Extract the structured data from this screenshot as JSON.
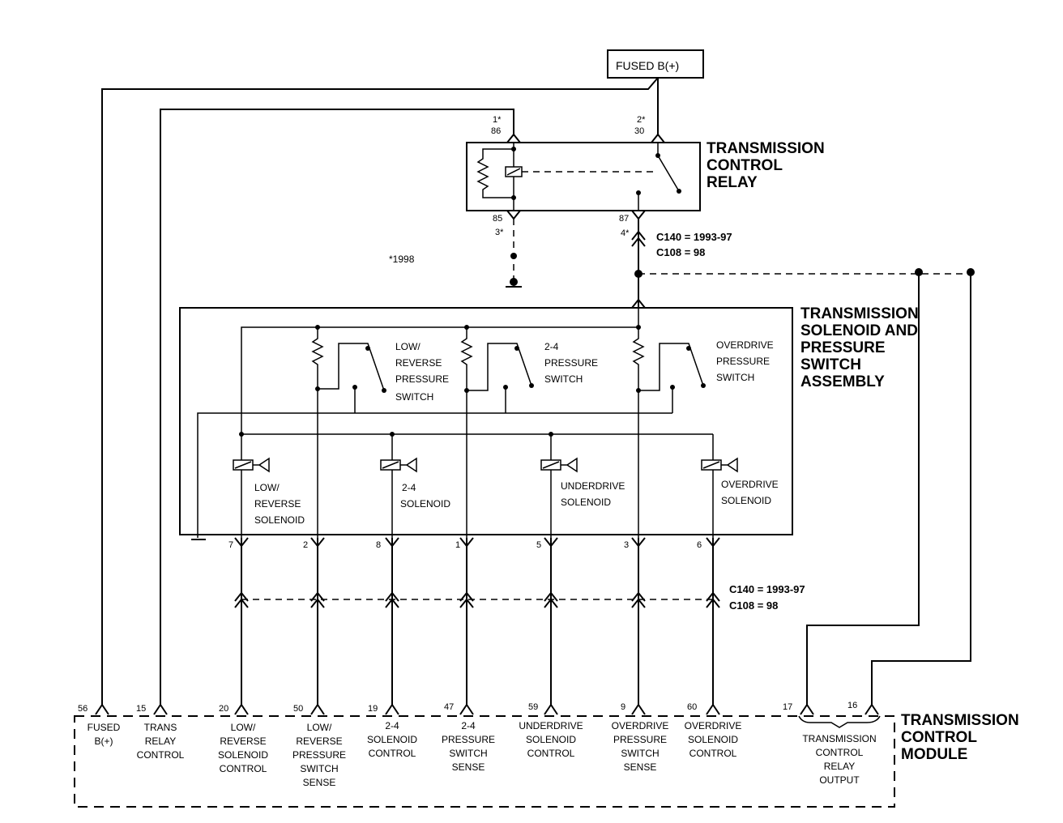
{
  "fused_source": "FUSED B(+)",
  "relay": {
    "title_lines": [
      "TRANSMISSION",
      "CONTROL",
      "RELAY"
    ],
    "pin_86_alt": "1*",
    "pin_86": "86",
    "pin_30_alt": "2*",
    "pin_30": "30",
    "pin_85": "85",
    "pin_85_alt": "3*",
    "pin_87": "87",
    "pin_87_alt": "4*"
  },
  "connector_note_top": [
    "C140 = 1993-97",
    "C108 = 98"
  ],
  "year_note": "*1998",
  "assembly": {
    "title_lines": [
      "TRANSMISSION",
      "SOLENOID AND",
      "PRESSURE",
      "SWITCH",
      "ASSEMBLY"
    ],
    "switches": [
      {
        "lines": [
          "LOW/",
          "REVERSE",
          "PRESSURE",
          "SWITCH"
        ]
      },
      {
        "lines": [
          "2-4",
          "PRESSURE",
          "SWITCH"
        ]
      },
      {
        "lines": [
          "OVERDRIVE",
          "PRESSURE",
          "SWITCH"
        ]
      }
    ],
    "solenoids": [
      {
        "lines": [
          "LOW/",
          "REVERSE",
          "SOLENOID"
        ]
      },
      {
        "lines": [
          "2-4",
          "SOLENOID"
        ]
      },
      {
        "lines": [
          "UNDERDRIVE",
          "SOLENOID"
        ]
      },
      {
        "lines": [
          "OVERDRIVE",
          "SOLENOID"
        ]
      }
    ],
    "pins": [
      "7",
      "2",
      "8",
      "1",
      "5",
      "3",
      "6"
    ]
  },
  "connector_note_mid": [
    "C140 = 1993-97",
    "C108 = 98"
  ],
  "module": {
    "title_lines": [
      "TRANSMISSION",
      "CONTROL",
      "MODULE"
    ],
    "terminals": [
      {
        "pin": "56",
        "lines": [
          "FUSED",
          "B(+)"
        ]
      },
      {
        "pin": "15",
        "lines": [
          "TRANS",
          "RELAY",
          "CONTROL"
        ]
      },
      {
        "pin": "20",
        "lines": [
          "LOW/",
          "REVERSE",
          "SOLENOID",
          "CONTROL"
        ]
      },
      {
        "pin": "50",
        "lines": [
          "LOW/",
          "REVERSE",
          "PRESSURE",
          "SWITCH",
          "SENSE"
        ]
      },
      {
        "pin": "19",
        "lines": [
          "2-4",
          "SOLENOID",
          "CONTROL"
        ]
      },
      {
        "pin": "47",
        "lines": [
          "2-4",
          "PRESSURE",
          "SWITCH",
          "SENSE"
        ]
      },
      {
        "pin": "59",
        "lines": [
          "UNDERDRIVE",
          "SOLENOID",
          "CONTROL"
        ]
      },
      {
        "pin": "9",
        "lines": [
          "OVERDRIVE",
          "PRESSURE",
          "SWITCH",
          "SENSE"
        ]
      },
      {
        "pin": "60",
        "lines": [
          "OVERDRIVE",
          "SOLENOID",
          "CONTROL"
        ]
      },
      {
        "pin": "17",
        "lines": []
      },
      {
        "pin": "16",
        "lines": []
      }
    ],
    "relay_output_lines": [
      "TRANSMISSION",
      "CONTROL",
      "RELAY",
      "OUTPUT"
    ]
  }
}
